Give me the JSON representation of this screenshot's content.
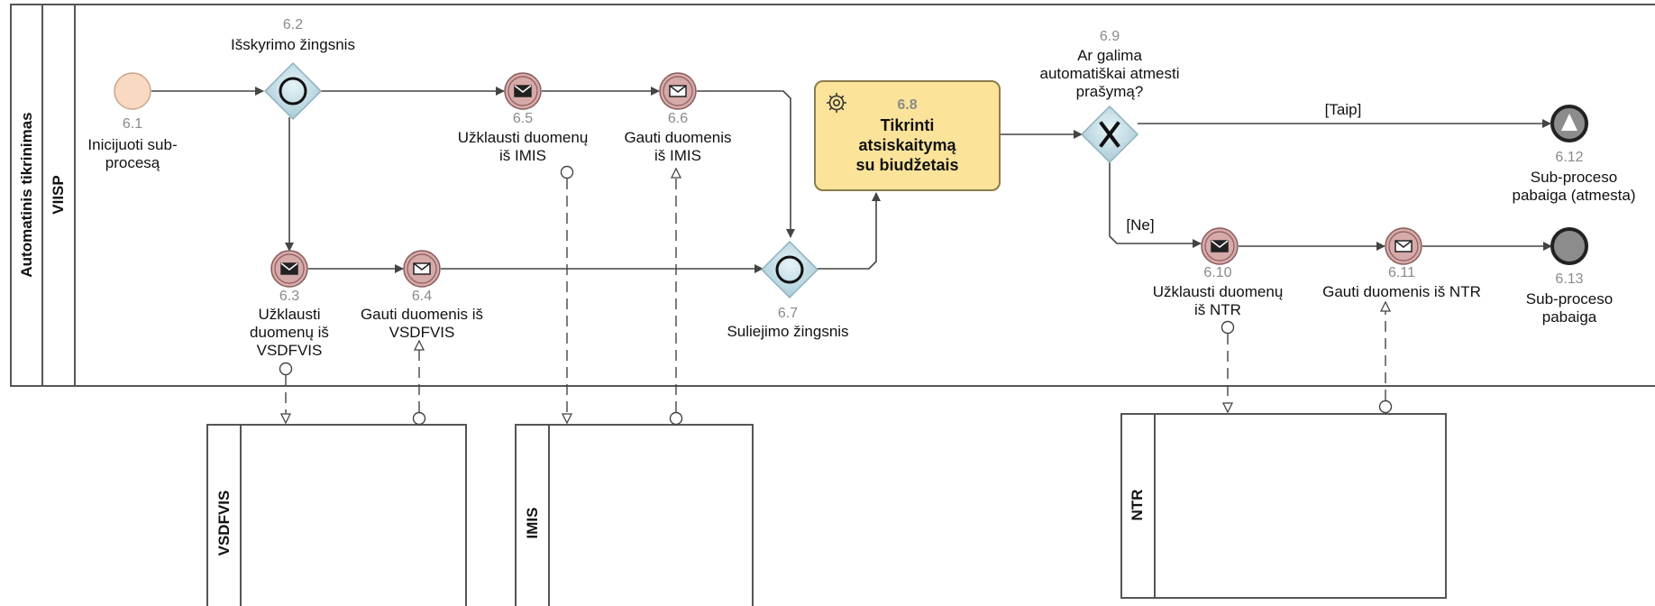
{
  "pool": {
    "label": "Automatinis tikrinimas"
  },
  "lane": {
    "label": "VIISP"
  },
  "elements": {
    "e61": {
      "num": "6.1",
      "label": "Inicijuoti sub-\nprocesą"
    },
    "e62": {
      "num": "6.2",
      "label": "Išskyrimo žingsnis"
    },
    "e63": {
      "num": "6.3",
      "label": "Užklausti\nduomenų iš\nVSDFVIS"
    },
    "e64": {
      "num": "6.4",
      "label": "Gauti duomenis iš\nVSDFVIS"
    },
    "e65": {
      "num": "6.5",
      "label": "Užklausti duomenų\niš IMIS"
    },
    "e66": {
      "num": "6.6",
      "label": "Gauti duomenis\niš IMIS"
    },
    "e67": {
      "num": "6.7",
      "label": "Suliejimo žingsnis"
    },
    "e68": {
      "num": "6.8",
      "label": "Tikrinti\natsiskaitymą\nsu biudžetais"
    },
    "e69": {
      "num": "6.9",
      "label": "Ar galima\nautomatiškai atmesti\nprašymą?"
    },
    "e610": {
      "num": "6.10",
      "label": "Užklausti duomenų\niš NTR"
    },
    "e611": {
      "num": "6.11",
      "label": "Gauti duomenis iš NTR"
    },
    "e612": {
      "num": "6.12",
      "label": "Sub-proceso\npabaiga (atmesta)"
    },
    "e613": {
      "num": "6.13",
      "label": "Sub-proceso\npabaiga"
    }
  },
  "flows": {
    "yes": "[Taip]",
    "no": "[Ne]"
  },
  "external_pools": {
    "vsdfvis": "VSDFVIS",
    "imis": "IMIS",
    "ntr": "NTR"
  },
  "colors": {
    "start_fill": "#f9d9c2",
    "task_fill": "#fbe49a",
    "gateway_fill": "#cfe6ee",
    "message_event_fill": "#d7aaaa",
    "end_fill": "#8c8c8c"
  }
}
